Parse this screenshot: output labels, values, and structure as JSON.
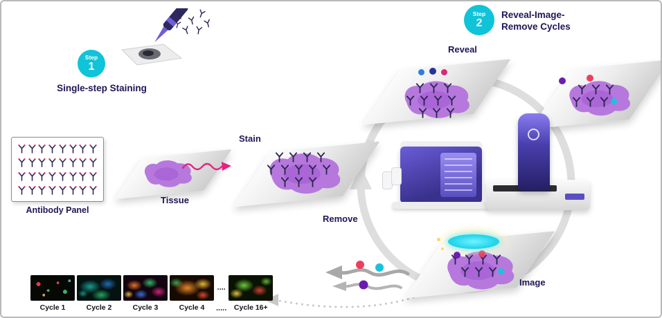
{
  "step1": {
    "word": "Step",
    "number": "1",
    "title": "Single-step Staining"
  },
  "step2": {
    "word": "Step",
    "number": "2",
    "title_line1": "Reveal-Image-",
    "title_line2": "Remove Cycles"
  },
  "labels": {
    "antibody_panel": "Antibody Panel",
    "tissue": "Tissue",
    "stain": "Stain",
    "reveal": "Reveal",
    "remove": "Remove",
    "image": "Image"
  },
  "cycles": {
    "items": [
      {
        "label": "Cycle 1"
      },
      {
        "label": "Cycle 2"
      },
      {
        "label": "Cycle 3"
      },
      {
        "label": "Cycle 4"
      },
      {
        "label": "Cycle 16+"
      }
    ],
    "ellipsis_top": "....",
    "ellipsis_bottom": "....."
  },
  "colors": {
    "accent_cyan": "#10c3d8",
    "navy_text": "#1e1656",
    "magenta_arrow": "#e5227f",
    "tissue_purple": "#b678dd",
    "instrument_purple": "#4a3fae",
    "dot_blue": "#2f7de2",
    "dot_cyan": "#19c3dc",
    "dot_magenta": "#d62a76",
    "dot_purple": "#6b1cb0",
    "dot_red": "#ee3e5f"
  }
}
